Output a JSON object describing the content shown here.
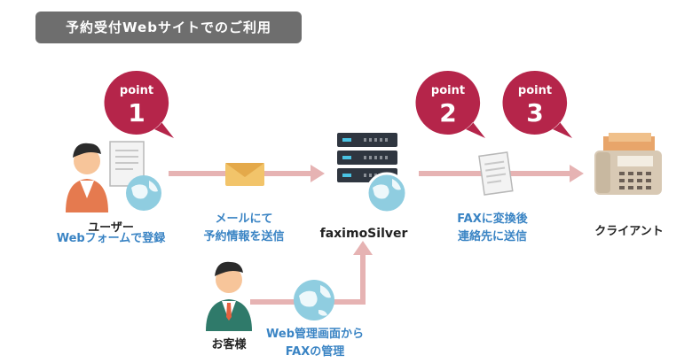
{
  "header": {
    "title": "予約受付Webサイトでのご利用"
  },
  "points": [
    {
      "word": "point",
      "number": "1"
    },
    {
      "word": "point",
      "number": "2"
    },
    {
      "word": "point",
      "number": "3"
    }
  ],
  "nodes": {
    "user": {
      "name": "ユーザー",
      "action": "Webフォームで登録"
    },
    "send_step": {
      "line1": "メールにて",
      "line2": "予約情報を送信"
    },
    "server": {
      "name": "faximoSilver"
    },
    "fax_step": {
      "line1": "FAXに変換後",
      "line2": "連絡先に送信"
    },
    "client": {
      "name": "クライアント"
    },
    "customer": {
      "name": "お客様"
    },
    "manage_step": {
      "line1": "Web管理画面から",
      "line2": "FAXの管理"
    }
  },
  "colors": {
    "badge": "#b5254a",
    "arrow": "#e6b3b3",
    "accent_blue": "#3a84c4",
    "header_bg": "#6e6e6e"
  }
}
